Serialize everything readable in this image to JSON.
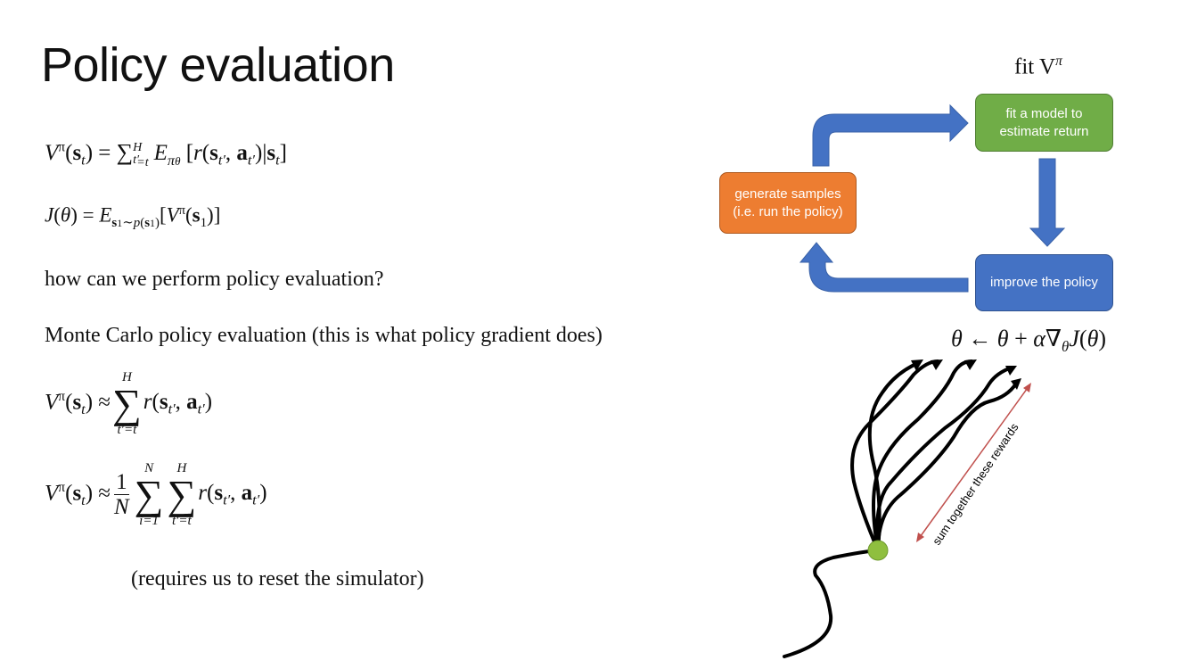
{
  "slide": {
    "title": "Policy evaluation",
    "question": "how can we perform policy evaluation?",
    "mc_heading": "Monte Carlo policy evaluation (this is what policy gradient does)",
    "reset_note": "(requires us to reset the simulator)"
  },
  "diagram": {
    "caption_top": "fit V",
    "caption_top_sup": "π",
    "box_fit": "fit a model to estimate return",
    "box_generate": "generate samples (i.e. run the policy)",
    "box_improve": "improve the policy",
    "update_rule": "θ ← θ + α∇θJ(θ)",
    "trajectory_label": "sum together these rewards",
    "colors": {
      "green": "#70ad47",
      "orange": "#ed7d31",
      "blue": "#4472c4",
      "arrow": "#4472c4",
      "red": "#c0504d"
    }
  }
}
